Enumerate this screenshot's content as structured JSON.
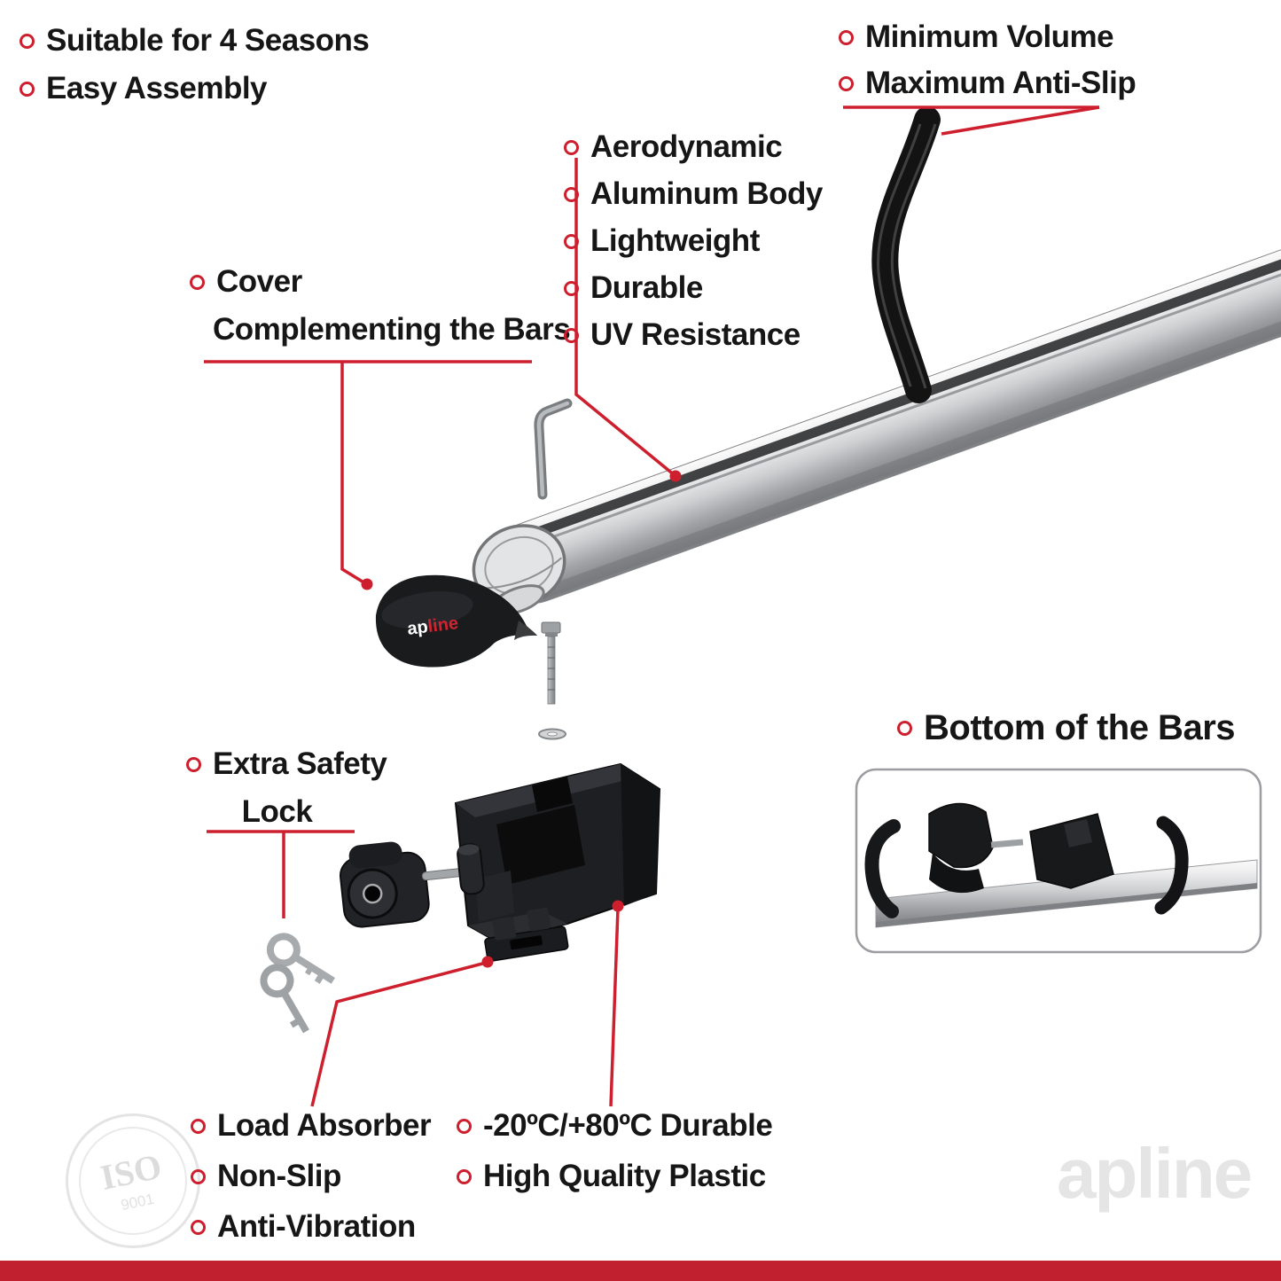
{
  "colors": {
    "accent": "#ce1f2e",
    "footer_bar": "#c1202f",
    "bar_silver": "#c2c4c6",
    "part_black": "#1a1b1d"
  },
  "labels": {
    "suitable": "Suitable for 4 Seasons",
    "easy": "Easy Assembly",
    "min_volume": "Minimum Volume",
    "max_antislip": "Maximum Anti-Slip",
    "cover_1": "Cover",
    "cover_2": "Complementing the Bars",
    "features": [
      "Aerodynamic",
      "Aluminum Body",
      "Lightweight",
      "Durable",
      "UV Resistance"
    ],
    "bottom_bars": "Bottom of the Bars",
    "safety_1": "Extra Safety",
    "safety_2": "Lock",
    "load": "Load Absorber",
    "nonslip": "Non-Slip",
    "antivib": "Anti-Vibration",
    "temp": "-20ºC/+80ºC Durable",
    "plastic": "High Quality Plastic"
  },
  "brand": {
    "ap": "ap",
    "line": "line",
    "watermark": "apline",
    "iso": "ISO",
    "iso_num": "9001"
  }
}
